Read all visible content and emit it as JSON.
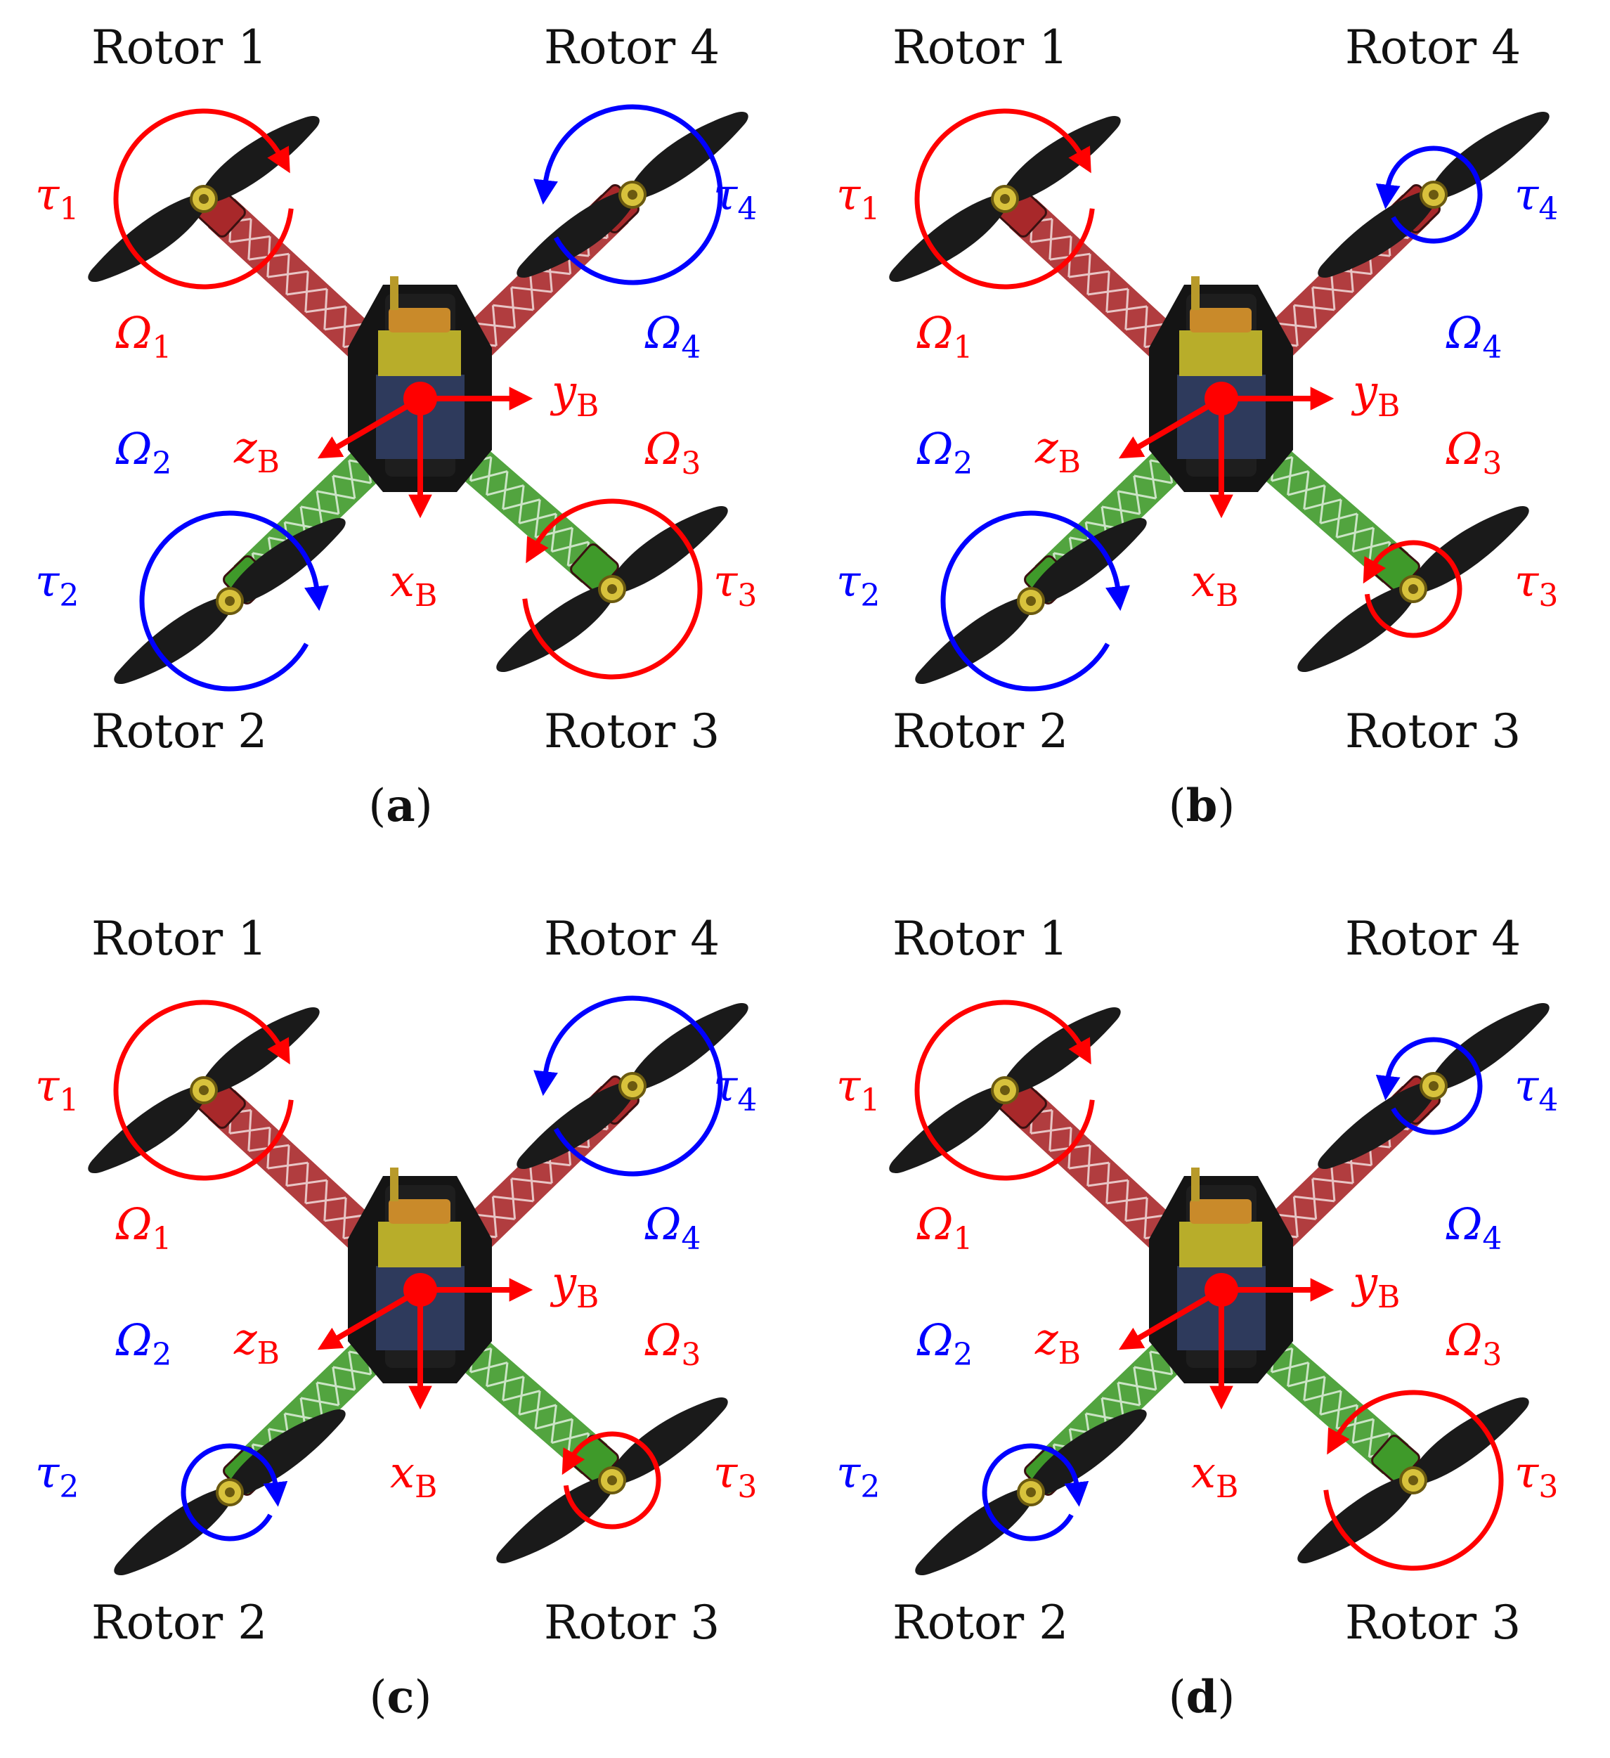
{
  "colors": {
    "red": "#ff0000",
    "blue": "#0000ff",
    "text": "#111111",
    "arm_red": "#a8282a",
    "arm_green": "#3f9a2a",
    "propeller": "#1a1a1a",
    "frame": "#141414",
    "battery": "#2e3a5c",
    "board": "#b8ad2a",
    "hub": "#d8c23c"
  },
  "labels": {
    "rotor1": "Rotor 1",
    "rotor2": "Rotor 2",
    "rotor3": "Rotor 3",
    "rotor4": "Rotor 4",
    "tau": "τ",
    "omega": "Ω",
    "x_axis": "x",
    "y_axis": "y",
    "z_axis": "z",
    "axis_sub": "B",
    "sub1": "1",
    "sub2": "2",
    "sub3": "3",
    "sub4": "4"
  },
  "panels": [
    {
      "id": "a",
      "caption_open": "(",
      "caption_letter": "a",
      "caption_close": ")",
      "rotor_speed": {
        "rotor1": "large",
        "rotor2": "large",
        "rotor3": "large",
        "rotor4": "large"
      }
    },
    {
      "id": "b",
      "caption_open": "(",
      "caption_letter": "b",
      "caption_close": ")",
      "rotor_speed": {
        "rotor1": "large",
        "rotor2": "large",
        "rotor3": "small",
        "rotor4": "small"
      }
    },
    {
      "id": "c",
      "caption_open": "(",
      "caption_letter": "c",
      "caption_close": ")",
      "rotor_speed": {
        "rotor1": "large",
        "rotor2": "small",
        "rotor3": "small",
        "rotor4": "large"
      }
    },
    {
      "id": "d",
      "caption_open": "(",
      "caption_letter": "d",
      "caption_close": ")",
      "rotor_speed": {
        "rotor1": "large",
        "rotor2": "small",
        "rotor3": "large",
        "rotor4": "small"
      }
    }
  ],
  "rotor_direction": {
    "rotor1": "clockwise",
    "rotor2": "clockwise",
    "rotor3": "counter-clockwise",
    "rotor4": "counter-clockwise"
  }
}
